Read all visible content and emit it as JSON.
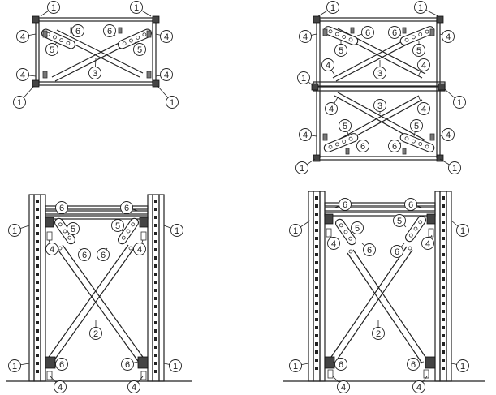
{
  "callouts": {
    "one": "1",
    "two": "2",
    "three": "3",
    "four": "4",
    "five": "5",
    "six": "6"
  }
}
